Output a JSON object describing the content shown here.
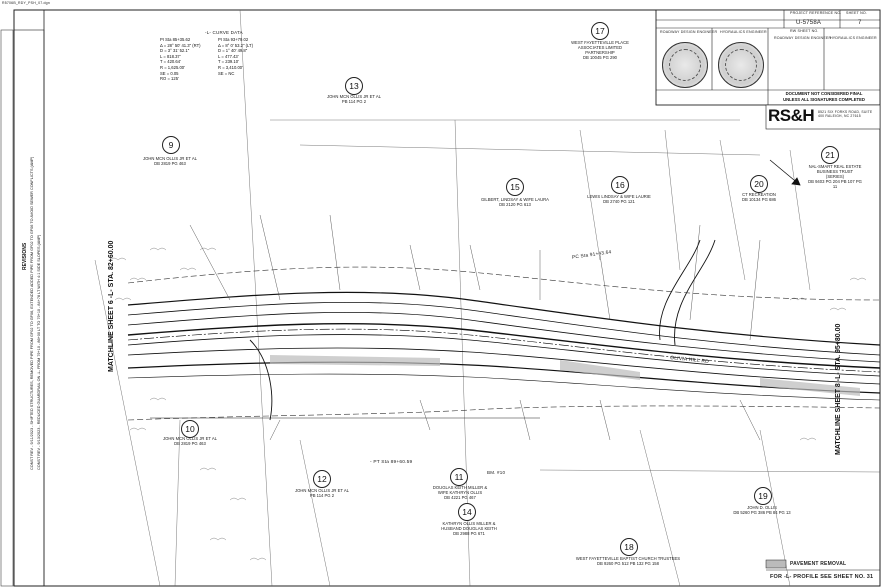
{
  "header": {
    "top_strip": "R5706B_RDY_PSH_07.dgn"
  },
  "title_block": {
    "project_reference_label": "PROJECT REFERENCE NO.",
    "sheet_no_label": "SHEET NO.",
    "project_reference": "U-5758A",
    "sheet_no": "7",
    "rw_sheet_label": "RW SHEET NO.",
    "roadway_design_engineer": "ROADWAY DESIGN ENGINEER",
    "hydraulics_engineer": "HYDRAULICS ENGINEER",
    "document_notice_1": "DOCUMENT NOT CONSIDERED FINAL",
    "document_notice_2": "UNLESS ALL SIGNATURES COMPLETED",
    "logo": "RS&H",
    "firm_address": "8521 SIX FORKS ROAD, SUITE 400 RALEIGH, NC 27615"
  },
  "notes": {
    "title": "REVISIONS",
    "revision_1": "CONST REV - 9/11/2023 - SHIFTED STRUCTURES, REMOVED PIPE FROM GF02 TO GF06, EXTENDED ADDED PIPE FROM GF02 TO GF06 TO AVOID SEWER CONFLICTS (AMP)",
    "revision_2": "CONST REV - 9/13/2023 - REDUCED GUARDRAIL ON -L- FROM 79+10 - 86+00 LT TO 79+10 - 84+78 LT WITH 4:1 SIDE SLOPES (AMP)"
  },
  "curve_data": {
    "title": "-L- CURVE DATA",
    "left": [
      "PI Sta 85+35.62",
      "Δ = 28° 50' 41.3\" (RT)",
      "D = 3° 31' 52.1\"",
      "L = 818.37'",
      "T = 420.64'",
      "R = 1,625.00'",
      "SE = 0.05",
      "RO = 125'"
    ],
    "right": [
      "PI Sta 93+79.02",
      "Δ = 8° 0' 53.2\" (LT)",
      "D = 1° 40' 49.8\"",
      "L = 477.43'",
      "T = 239.10'",
      "R = 3,410.00'",
      "SE = NC"
    ]
  },
  "matchlines": {
    "left": "MATCHLINE SHEET 6 -L- STA. 82+60.00",
    "right": "MATCHLINE SHEET 8 -L- STA. 95+80.00"
  },
  "stations": {
    "pt": "- PT Sta 89+60.59",
    "pc": "PC Sta 91+43.64",
    "bm": "BM. #10"
  },
  "parcels": [
    {
      "num": "9",
      "owner": "JOHN MCN OLLIS JR ET AL",
      "deed": "DB 2819 PG 463"
    },
    {
      "num": "10",
      "owner": "JOHN MCN OLLIS JR ET AL",
      "deed": "DB 2819 PG 463"
    },
    {
      "num": "11",
      "owner": "DOUGLAS KEITH MILLER & WIFE KATHRYN OLLIS",
      "deed": "DB 4221 PG 467"
    },
    {
      "num": "12",
      "owner": "JOHN MCN OLLIS JR ET AL",
      "deed": "PB 114 PG 2"
    },
    {
      "num": "13",
      "owner": "JOHN MCN OLLIS JR ET AL",
      "deed": "PB 114 PG 2"
    },
    {
      "num": "14",
      "owner": "KATHRYN OLLIS MILLER & HUSBAND DOUGLAS KEITH",
      "deed": "DB 2988 PG 671"
    },
    {
      "num": "15",
      "owner": "GILBERT, LINDSAY & WIFE LAURA",
      "deed": "DB 2120 PG 613"
    },
    {
      "num": "16",
      "owner": "LEWIS LINDSAY & WIFE LAURIE",
      "deed": "DB 2740 PG 121"
    },
    {
      "num": "17",
      "owner": "WEST FAYETTEVILLE PLACE ASSOCIATES LIMITED PARTNERSHIP",
      "deed": "DB 10045 PG 290"
    },
    {
      "num": "18",
      "owner": "WEST FAYETTEVILLE BAPTIST CHURCH TRUSTEES",
      "deed": "DB 9260 PG 512  PB 132 PG 158"
    },
    {
      "num": "19",
      "owner": "JOHN D. OLLIS",
      "deed": "DB 5260 PG 386  PB 84 PG 13"
    },
    {
      "num": "20",
      "owner": "CT RECREATION",
      "deed": "DB 10134 PG 686"
    },
    {
      "num": "21",
      "owner": "NAL-SMART REAL ESTATE BUSINESS TRUST (SERIES)",
      "deed": "DB 9403 PG 204  PB 107 PG 11"
    }
  ],
  "road": {
    "label": "OLIVIA HILL RD"
  },
  "legend": {
    "pavement_removal": "PAVEMENT REMOVAL",
    "profile_note": "FOR -L- PROFILE SEE SHEET NO. 31"
  }
}
